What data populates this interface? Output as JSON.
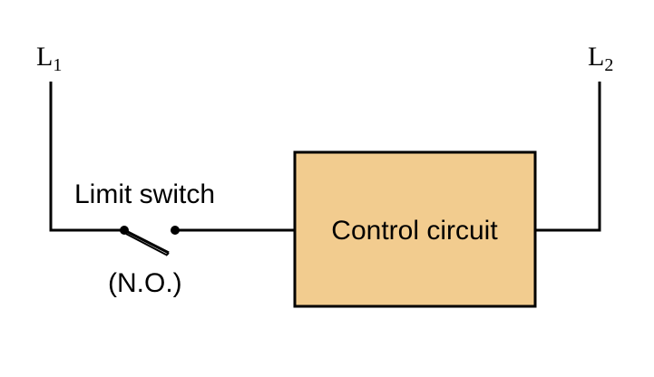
{
  "rails": {
    "left": {
      "letter": "L",
      "subscript": "1"
    },
    "right": {
      "letter": "L",
      "subscript": "2"
    }
  },
  "switch": {
    "label": "Limit switch",
    "state_label": "(N.O.)"
  },
  "control_box": {
    "label": "Control circuit",
    "fill_color": "#f2cc8f",
    "stroke_color": "#000000"
  },
  "wire_color": "#000000"
}
